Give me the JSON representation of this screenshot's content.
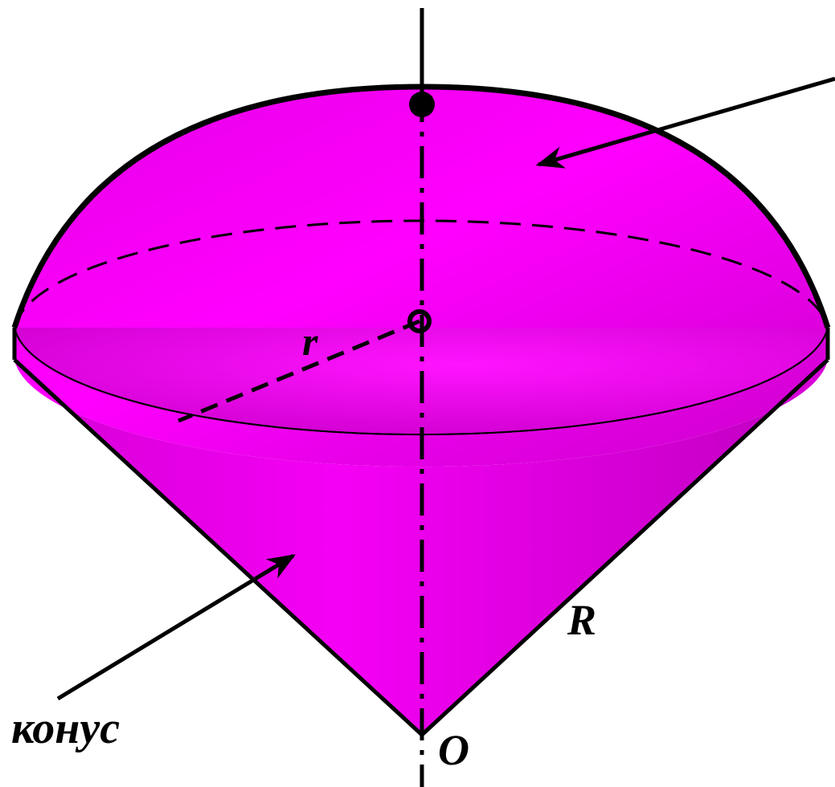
{
  "labels": {
    "r": "r",
    "R": "R",
    "O": "O",
    "cone": "конус"
  },
  "colors": {
    "fill_light": "#FF00FF",
    "fill_dark": "#C400C4",
    "stroke": "#000000",
    "background": "#FFFFFF"
  }
}
